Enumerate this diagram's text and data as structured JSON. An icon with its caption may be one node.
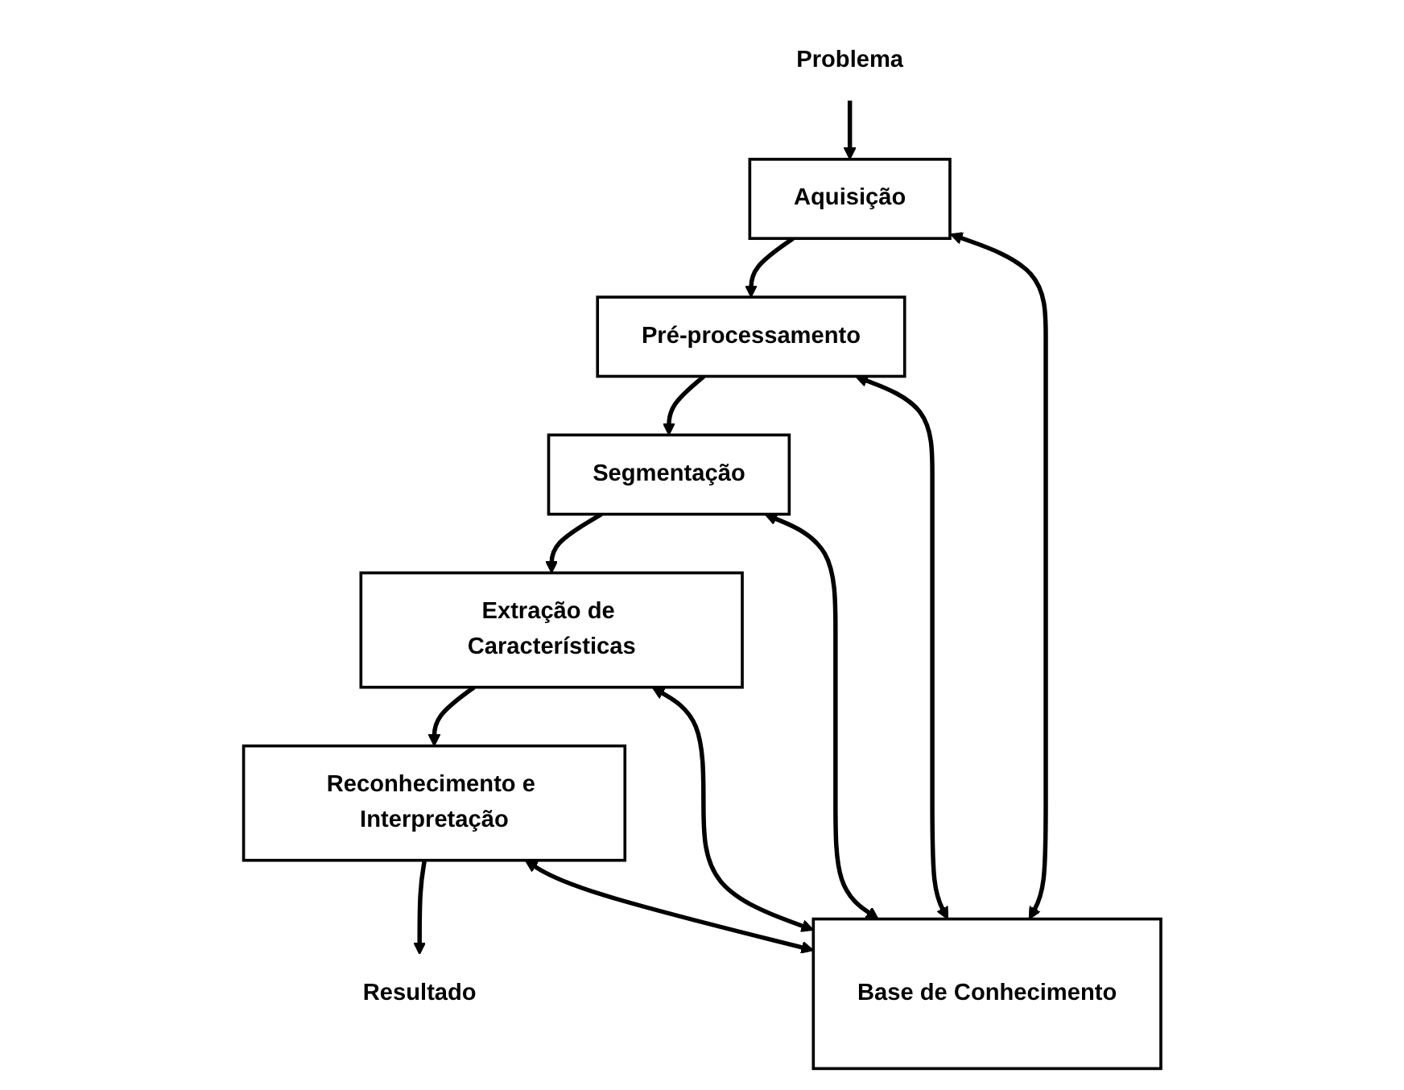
{
  "diagram": {
    "nodes": [
      {
        "text": [
          "Problema"
        ]
      },
      {
        "text": [
          "Aquisição"
        ]
      },
      {
        "text": [
          "Pré-processamento"
        ]
      },
      {
        "text": [
          "Segmentação"
        ]
      },
      {
        "text": [
          "Extração de Características"
        ]
      },
      {
        "text": [
          "Reconhecimento e Interpretação"
        ]
      },
      {
        "text": [
          "Resultado"
        ]
      },
      {
        "text": [
          "Base de Conhecimento"
        ]
      }
    ],
    "edges": [
      {
        "from": 0,
        "to": 1,
        "arrow": "to"
      },
      {
        "from": 1,
        "to": 2,
        "arrow": "to"
      },
      {
        "from": 2,
        "to": 3,
        "arrow": "to"
      },
      {
        "from": 3,
        "to": 4,
        "arrow": "to"
      },
      {
        "from": 4,
        "to": 5,
        "arrow": "to"
      },
      {
        "from": 5,
        "to": 6,
        "arrow": "to"
      },
      {
        "from": 1,
        "to": 7,
        "arrow": "both"
      },
      {
        "from": 2,
        "to": 7,
        "arrow": "both"
      },
      {
        "from": 3,
        "to": 7,
        "arrow": "both"
      },
      {
        "from": 4,
        "to": 7,
        "arrow": "both"
      },
      {
        "from": 5,
        "to": 7,
        "arrow": "both"
      }
    ]
  }
}
